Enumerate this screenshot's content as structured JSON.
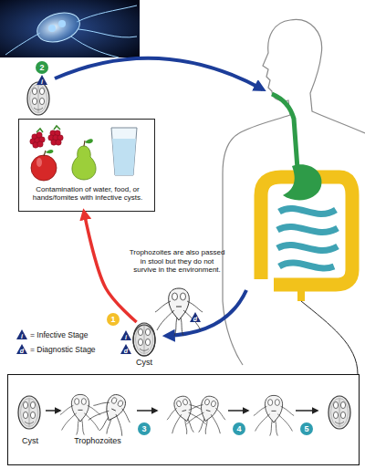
{
  "diagram": {
    "nodes": [
      {
        "text": [
          "Contamination of water, food, or hands/fomites with infective cysts."
        ]
      },
      {
        "text": [
          "Cyst"
        ]
      },
      {
        "text": [
          "Cyst",
          "Trophozoites"
        ]
      }
    ],
    "edges": [
      {
        "from": 1,
        "to": 0,
        "arrow": "to"
      }
    ],
    "labels": [
      "2",
      "i",
      "Trophozoites are also passed in stool but they do not survive in the environment.",
      "d",
      "1",
      "i",
      "d",
      "i",
      "d",
      "3",
      "4",
      "5"
    ],
    "legend": [
      {
        "text": "= Infective Stage"
      },
      {
        "text": "= Diagnostic Stage"
      }
    ]
  }
}
